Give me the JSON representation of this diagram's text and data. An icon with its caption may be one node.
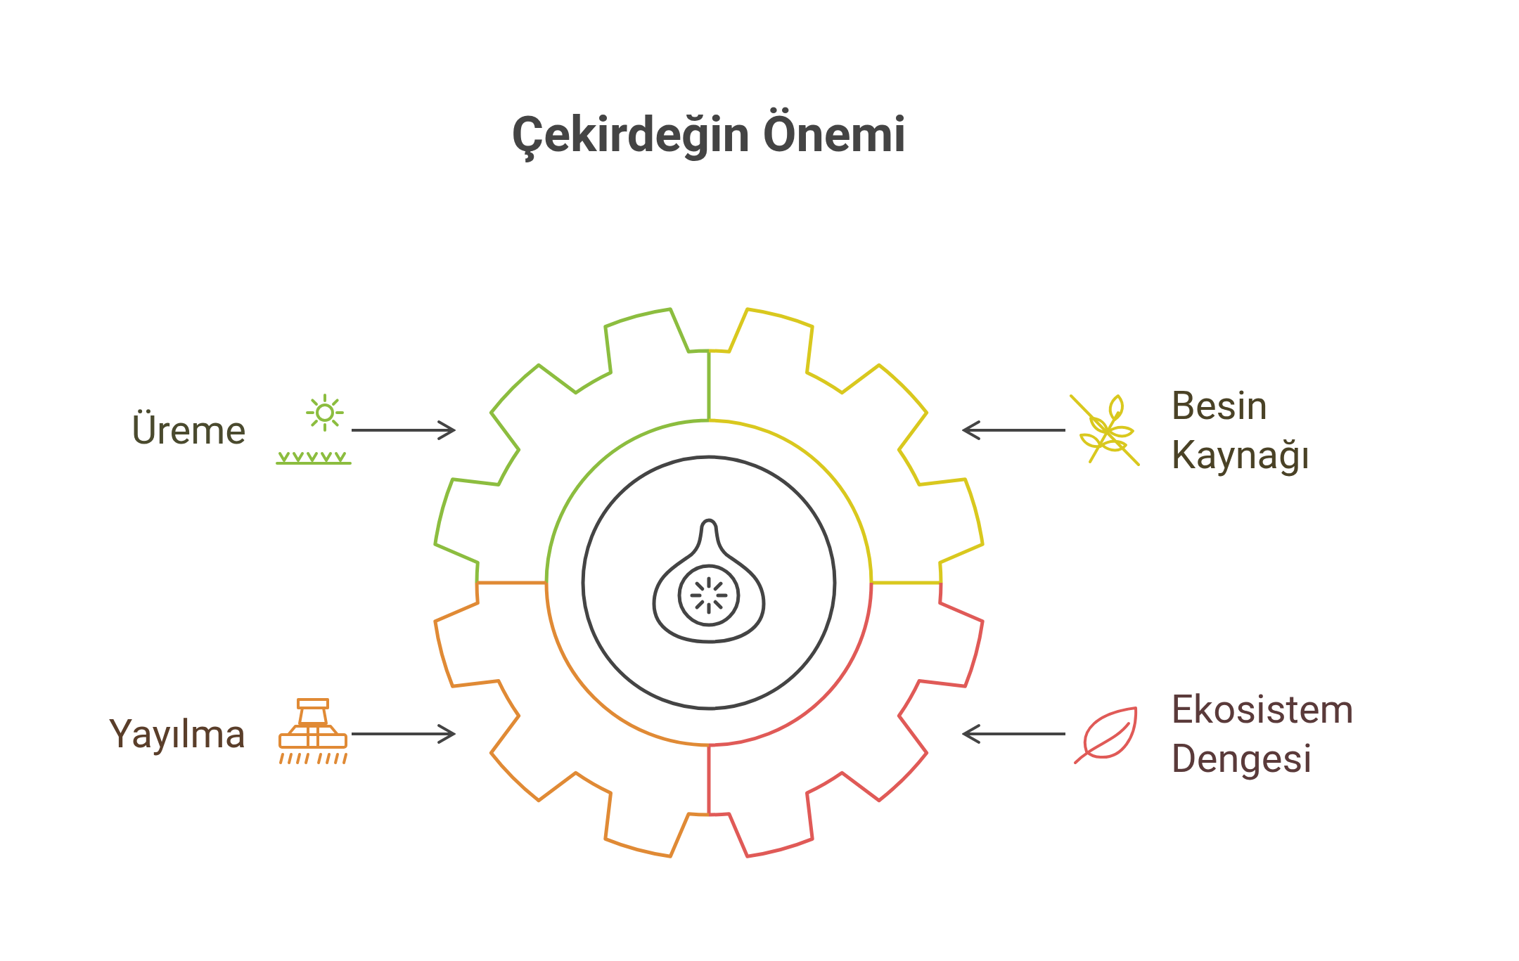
{
  "diagram": {
    "title": "Çekirdeğin Önemi",
    "nodes": [
      {
        "text": [
          "Üreme"
        ]
      },
      {
        "text": [
          "Besin Kaynağı"
        ]
      },
      {
        "text": [
          "Yayılma"
        ]
      },
      {
        "text": [
          "Ekosistem Dengesi"
        ]
      },
      {
        "text": [],
        "shape": "gear"
      },
      {
        "text": [],
        "shape": "circle",
        "in": 4
      }
    ],
    "edges": [
      {
        "from": 0,
        "to": 4,
        "arrow": "to"
      },
      {
        "from": 1,
        "to": 4,
        "arrow": "to"
      },
      {
        "from": 2,
        "to": 4,
        "arrow": "to"
      },
      {
        "from": 3,
        "to": 4,
        "arrow": "to"
      }
    ]
  }
}
